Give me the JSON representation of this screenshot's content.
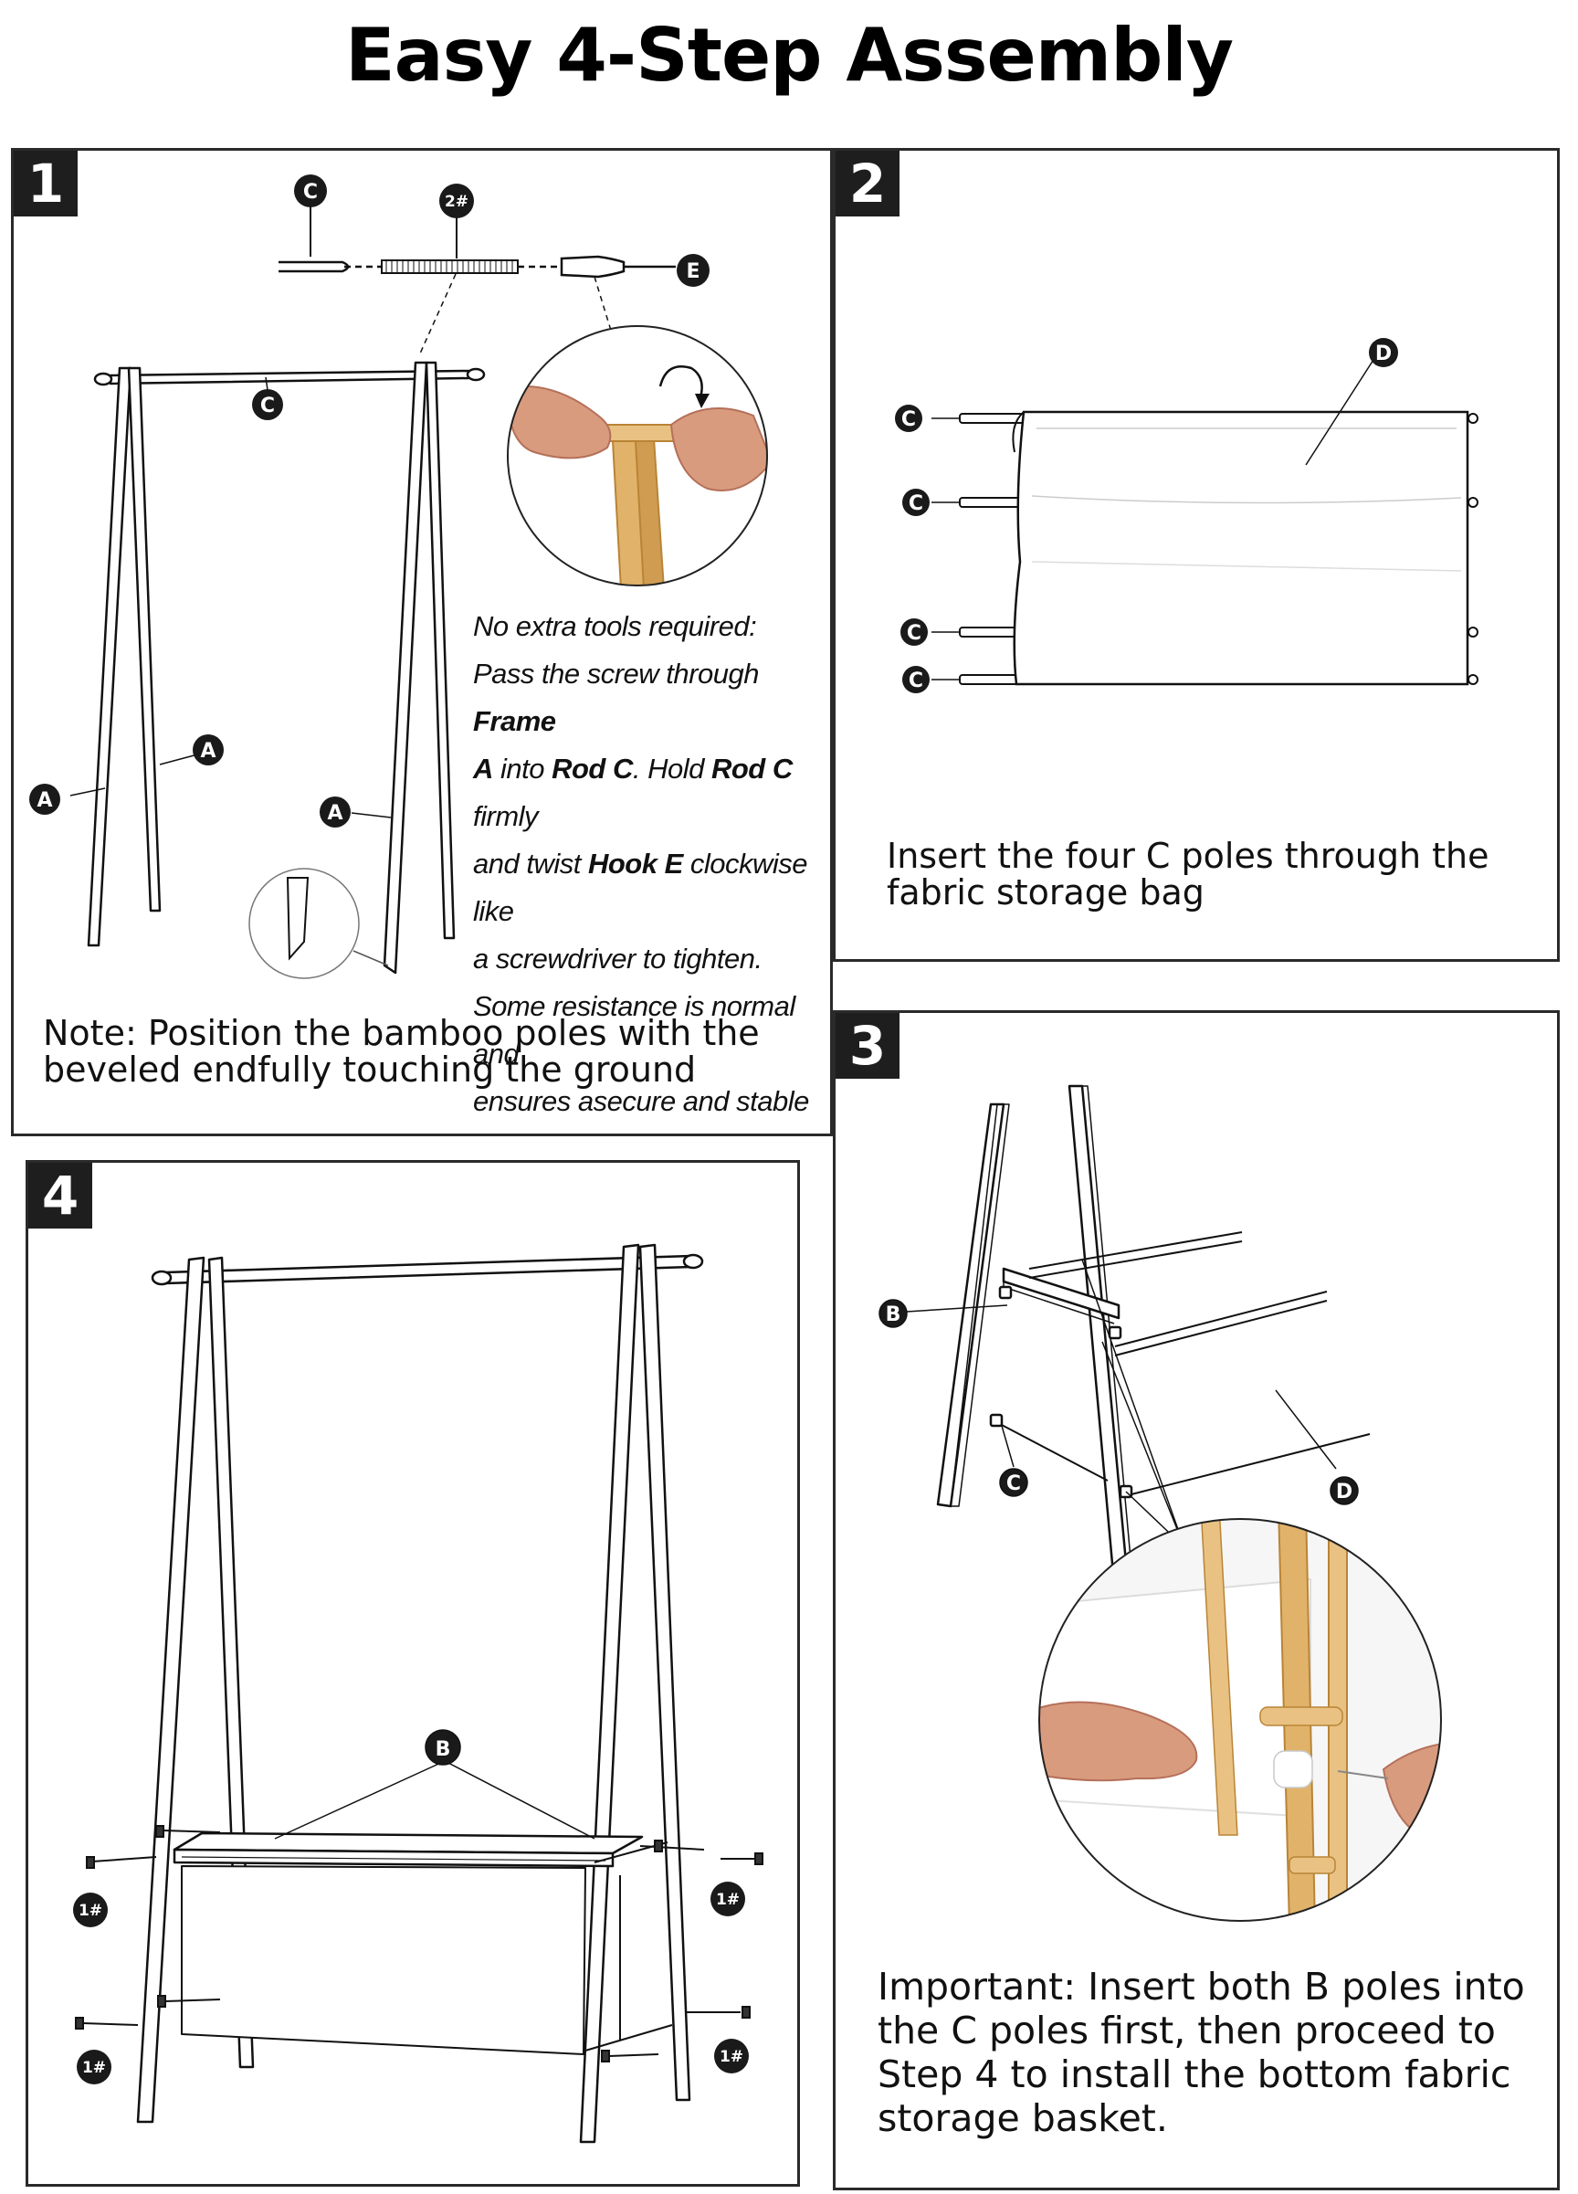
{
  "title": "Easy 4-Step Assembly",
  "steps": {
    "s1": {
      "number": "1",
      "labels": {
        "c": "C",
        "screw": "2#",
        "e": "E",
        "a": "A"
      },
      "note_lines": [
        {
          "parts": [
            {
              "t": "No extra tools required:",
              "b": false
            }
          ]
        },
        {
          "parts": [
            {
              "t": "Pass the screw through ",
              "b": false
            },
            {
              "t": "Frame",
              "b": true
            }
          ]
        },
        {
          "parts": [
            {
              "t": " A",
              "b": true
            },
            {
              "t": " into ",
              "b": false
            },
            {
              "t": "Rod C",
              "b": true
            },
            {
              "t": ". Hold ",
              "b": false
            },
            {
              "t": "Rod C",
              "b": true
            },
            {
              "t": " firmly",
              "b": false
            }
          ]
        },
        {
          "parts": [
            {
              "t": "and twist ",
              "b": false
            },
            {
              "t": "Hook E",
              "b": true
            },
            {
              "t": " clockwise like",
              "b": false
            }
          ]
        },
        {
          "parts": [
            {
              "t": "a screwdriver to tighten.",
              "b": false
            }
          ]
        },
        {
          "parts": [
            {
              "t": "Some resistance is normal and",
              "b": false
            }
          ]
        },
        {
          "parts": [
            {
              "t": "ensures asecure and stable frame",
              "b": false
            }
          ]
        }
      ],
      "caption_line1": "Note: Position the bamboo poles with the",
      "caption_line2": "beveled endfully touching the ground"
    },
    "s2": {
      "number": "2",
      "labels": {
        "c": "C",
        "d": "D"
      },
      "caption_line1": "Insert the four C poles through the",
      "caption_line2": "fabric storage bag"
    },
    "s3": {
      "number": "3",
      "labels": {
        "b": "B",
        "c": "C",
        "d": "D"
      },
      "caption_line1": "Important: Insert both B poles into",
      "caption_line2": "the C poles first, then proceed to",
      "caption_line3": "Step 4 to install the bottom fabric",
      "caption_line4": "storage basket."
    },
    "s4": {
      "number": "4",
      "labels": {
        "b": "B",
        "screw": "1#"
      }
    }
  },
  "colors": {
    "bamboo": "#e1b36a",
    "bamboo_dark": "#b98436",
    "skin": "#d99b7e",
    "skin_dark": "#b5705a",
    "label_bg": "#1a1a1a"
  }
}
